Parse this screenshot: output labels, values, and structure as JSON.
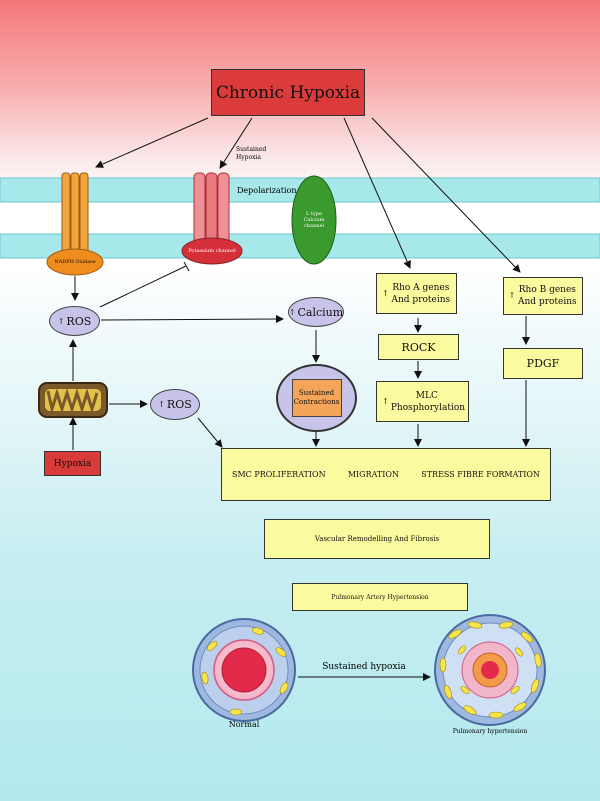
{
  "title": "Chronic Hypoxia",
  "membrane": {
    "sustained_hypoxia": "Sustained Hypoxia",
    "depolarization": "Depolarization",
    "nadph_oxidase": "NADPH Oxidase",
    "potassium_channel": "Potassium channel",
    "ltype_channel": "L type Calcium channel"
  },
  "left": {
    "ros_top": "ROS",
    "ros_mid": "ROS",
    "hypoxia": "Hypoxia"
  },
  "middle": {
    "calcium": "Calcium",
    "sustained_contractions": "Sustained Contractions"
  },
  "rho_a": {
    "genes": "Rho A genes And proteins",
    "rock": "ROCK",
    "mlc": "MLC Phosphorylation"
  },
  "rho_b": {
    "genes": "Rho B genes And proteins",
    "pdgf": "PDGF"
  },
  "outcome": {
    "smc": "SMC PROLIFERATION",
    "migration": "MIGRATION",
    "stress": "STRESS FIBRE FORMATION"
  },
  "remodelling": "Vascular Remodelling And Fibrosis",
  "pah": "Pulmonary Artery Hypertension",
  "vessels": {
    "arrow_label": "Sustained hypoxia",
    "normal": "Normal",
    "ph": "Pulmonary hypertension"
  },
  "colors": {
    "title_box": "#dc3b3b",
    "yellow_box": "#fafa9e",
    "membrane": "#a7e8ea",
    "oval": "#c8c3e8",
    "nadph": "#f3a53d",
    "k_channel": "#e9797e",
    "ca_channel": "#3a9a2e",
    "contractions": "#f5a55a"
  }
}
